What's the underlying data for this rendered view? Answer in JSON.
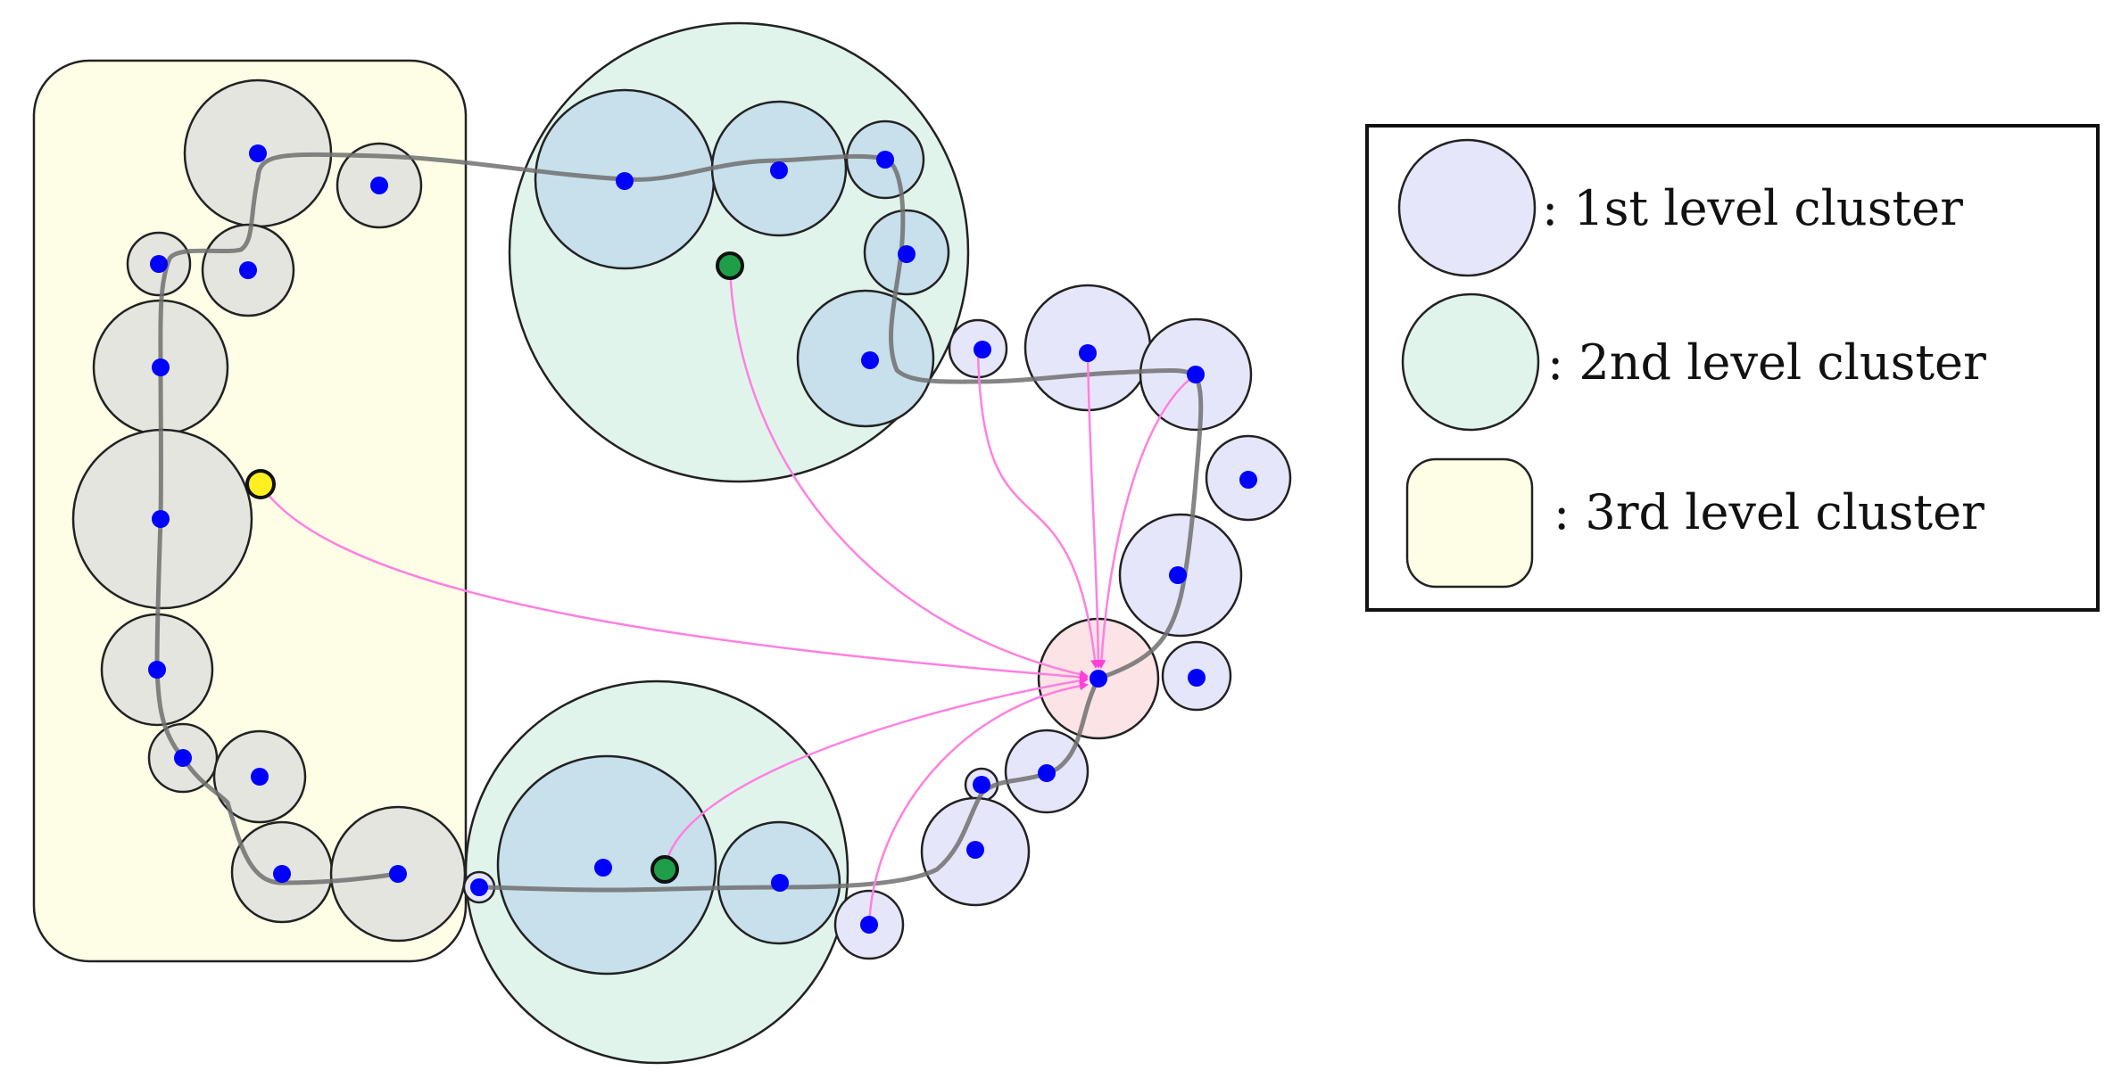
{
  "colors": {
    "first_level_fill": "#e6e6fa",
    "second_level_fill": "#e0f4ec",
    "third_level_fill": "#fefee6",
    "nested_first_level_fill": "#c8dfec",
    "grey_cluster_fill": "#e5e5df",
    "target_fill": "#fbe3e6",
    "node_dot": "#0000ff",
    "path_stroke": "#707070",
    "arrow_stroke": "#ff80e0",
    "arrow_head": "#ff40d8",
    "centroid_green": "#1f9e4a",
    "centroid_yellow": "#ffee22",
    "outline": "#222222"
  },
  "legend": {
    "items": [
      {
        "id": "first",
        "label": ": 1st level cluster"
      },
      {
        "id": "second",
        "label": ": 2nd level cluster"
      },
      {
        "id": "third",
        "label": ": 3rd level cluster"
      }
    ]
  }
}
